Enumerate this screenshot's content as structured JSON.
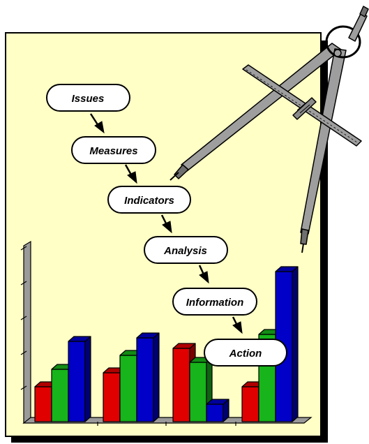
{
  "steps": [
    {
      "label": "Issues"
    },
    {
      "label": "Measures"
    },
    {
      "label": "Indicators"
    },
    {
      "label": "Analysis"
    },
    {
      "label": "Information"
    },
    {
      "label": "Action"
    }
  ],
  "chart_data": {
    "type": "bar",
    "categories": [
      "",
      "",
      "",
      ""
    ],
    "series": [
      {
        "color": "#e10000",
        "values": [
          1.0,
          1.4,
          2.1,
          1.0
        ]
      },
      {
        "color": "#18b41b",
        "values": [
          1.5,
          1.9,
          1.7,
          2.5
        ]
      },
      {
        "color": "#0000c8",
        "values": [
          2.3,
          2.4,
          0.5,
          4.3
        ]
      }
    ],
    "ylim": [
      0,
      5
    ],
    "grid": false
  },
  "colors": {
    "paper": "#ffffc6",
    "paper_shadow": "#000000",
    "pill_fill": "#ffffff",
    "arrow": "#000000",
    "compass_metal": "#9e9e9e"
  }
}
